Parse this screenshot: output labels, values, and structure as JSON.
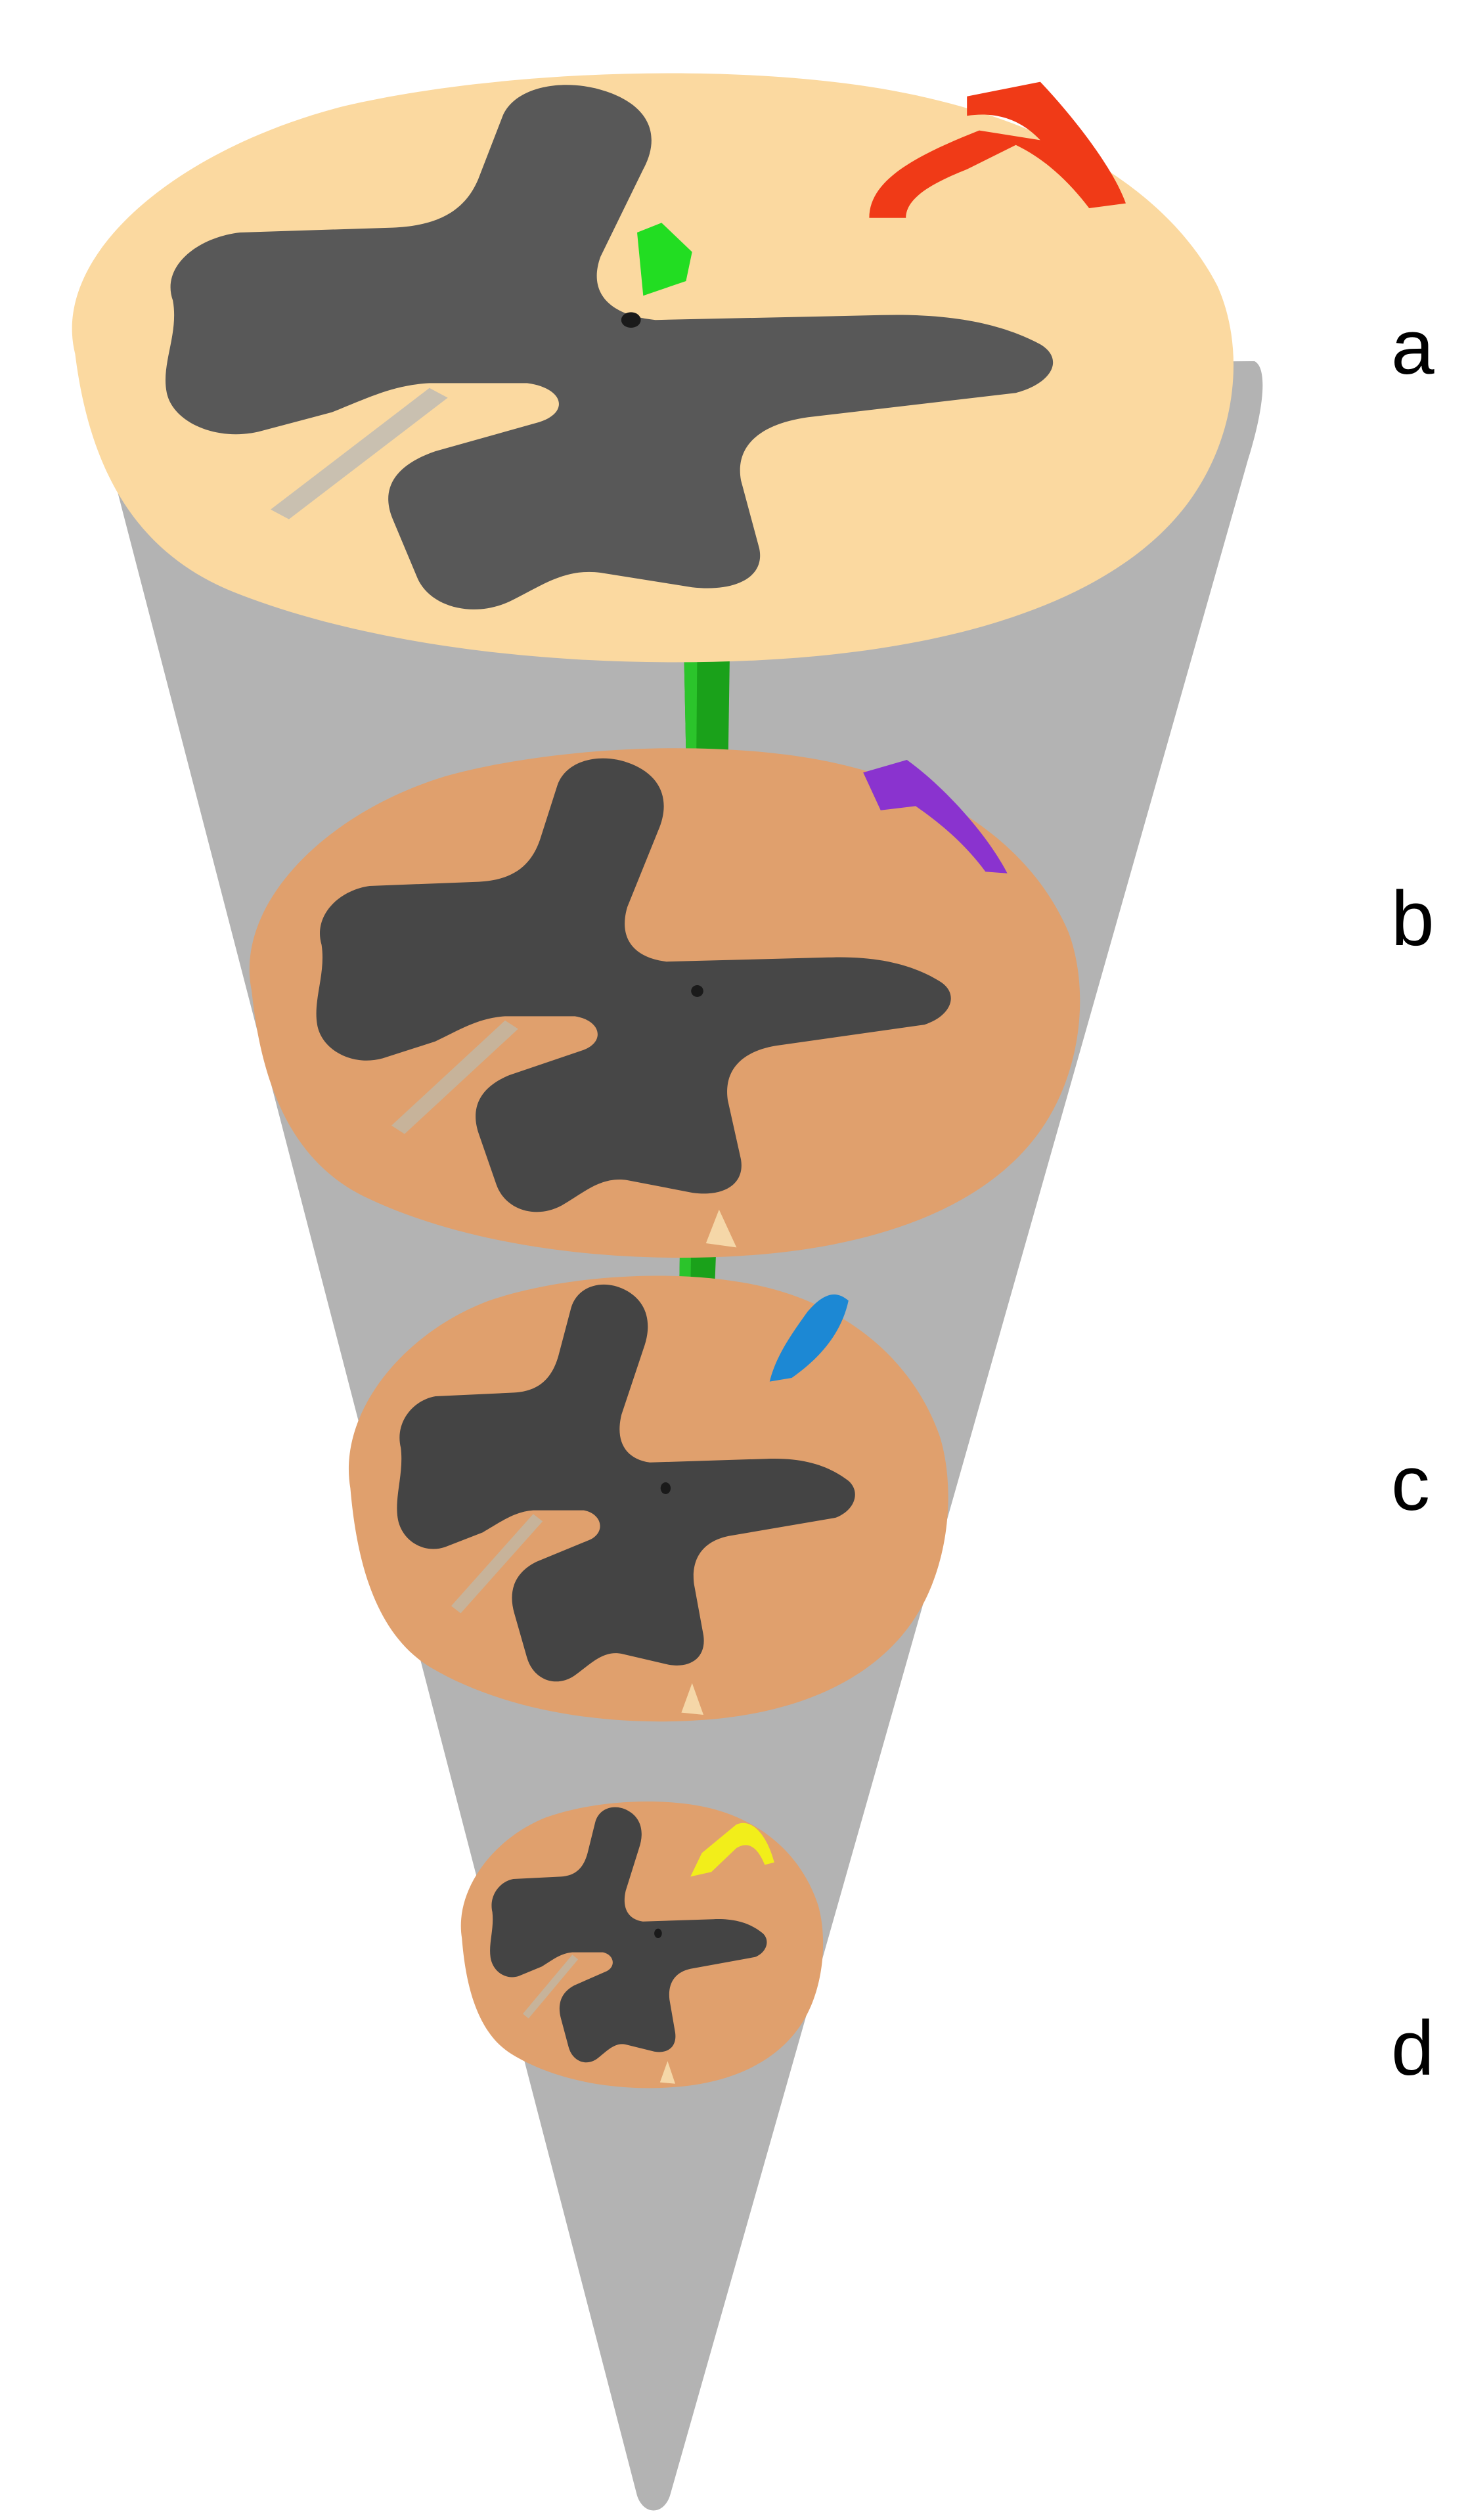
{
  "panels": [
    {
      "id": "a",
      "label": "a",
      "cross_section_color": "#fbd9a0",
      "tract_color": "#f03a17",
      "tract": "red-tract"
    },
    {
      "id": "b",
      "label": "b",
      "cross_section_color": "#e0a06d",
      "tract_color": "#8a33cf",
      "tract": "purple-tract"
    },
    {
      "id": "c",
      "label": "c",
      "cross_section_color": "#e0a06d",
      "tract_color": "#1c88d4",
      "tract": "blue-tract"
    },
    {
      "id": "d",
      "label": "d",
      "cross_section_color": "#e0a06d",
      "tract_color": "#f2ee1a",
      "tract": "yellow-tract"
    }
  ],
  "colors": {
    "cone": "#b3b3b3",
    "gray_matter": "#4a4a4a",
    "white_matter_top": "#fbd9a0",
    "white_matter_lower": "#e0a06d",
    "central_column": "#1aa11a",
    "central_column_top": "#22dd22",
    "central_canal": "#1a1a1a"
  }
}
